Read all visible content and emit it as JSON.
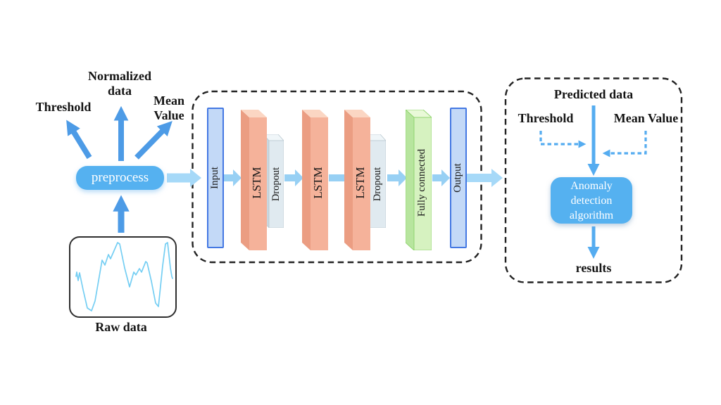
{
  "left_section": {
    "threshold_label": "Threshold",
    "normalized_data_label": [
      "Normalized",
      "data"
    ],
    "mean_value_label": [
      "Mean",
      "Value"
    ],
    "preprocess_label": "preprocess",
    "raw_data_label": "Raw data"
  },
  "network_section": {
    "layers": [
      {
        "label": "Input",
        "type": "io"
      },
      {
        "label": "LSTM",
        "type": "lstm"
      },
      {
        "label": "Dropout",
        "type": "dropout"
      },
      {
        "label": "LSTM",
        "type": "lstm"
      },
      {
        "label": "LSTM",
        "type": "lstm"
      },
      {
        "label": "Dropout",
        "type": "dropout"
      },
      {
        "label": "Fully connected",
        "type": "dense"
      },
      {
        "label": "Output",
        "type": "io"
      }
    ]
  },
  "anomaly_section": {
    "predicted_data_label": "Predicted data",
    "threshold_label": "Threshold",
    "mean_value_label": "Mean Value",
    "anomaly_box_lines": [
      "Anomaly",
      "detection",
      "algorithm"
    ],
    "results_label": "results"
  },
  "colors": {
    "accent_blue": "#55b1f0",
    "solid_arrow_blue": "#4d9be6",
    "light_block_arrow_blue": "#a6d9f8",
    "small_block_arrow_blue": "#97d0f4",
    "dashed_arrow_blue": "#55acf0",
    "lstm_salmon_front": "#f5b29a",
    "lstm_salmon_top": "#fbd6c3",
    "lstm_salmon_side": "#eb9d82",
    "dropout_gray_front": "#e0eaf0",
    "dropout_gray_top": "#f0f6f9",
    "dropout_gray_side": "#c9d7df",
    "fully_connected_green_front": "#d6f2c0",
    "fully_connected_green_top": "#e9f9d8",
    "fully_connected_green_side": "#b7e59e",
    "io_bar_fill": "#c3d9f7",
    "io_bar_border": "#4478e3",
    "waveform_blue": "#74cef3",
    "dashed_border_black": "#222222"
  }
}
